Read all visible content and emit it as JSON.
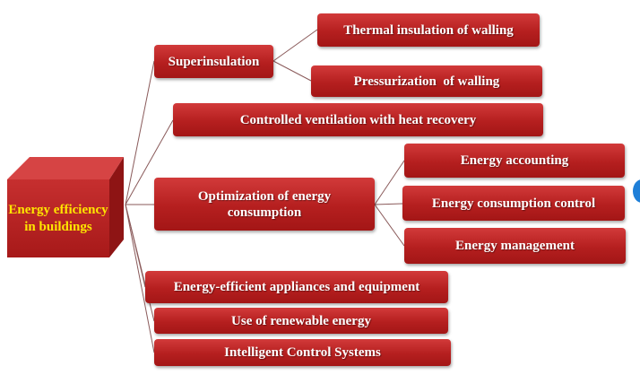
{
  "root": {
    "label": "Energy efficiency in buildings",
    "color": "#b51f1f",
    "text_color": "#ffe600"
  },
  "branches": [
    {
      "label": "Superinsulation",
      "children": [
        {
          "label": "Thermal insulation of walling"
        },
        {
          "label": "Pressurization  of walling"
        }
      ]
    },
    {
      "label": "Controlled ventilation with heat recovery"
    },
    {
      "label": "Optimization of energy consumption",
      "children": [
        {
          "label": "Energy accounting"
        },
        {
          "label": "Energy consumption control"
        },
        {
          "label": "Energy management"
        }
      ]
    },
    {
      "label": "Energy-efficient appliances and equipment"
    },
    {
      "label": "Use of renewable energy"
    },
    {
      "label": "Intelligent Control Systems"
    }
  ],
  "colors": {
    "box": "#b51f1f",
    "connector": "#8a5a5a"
  }
}
